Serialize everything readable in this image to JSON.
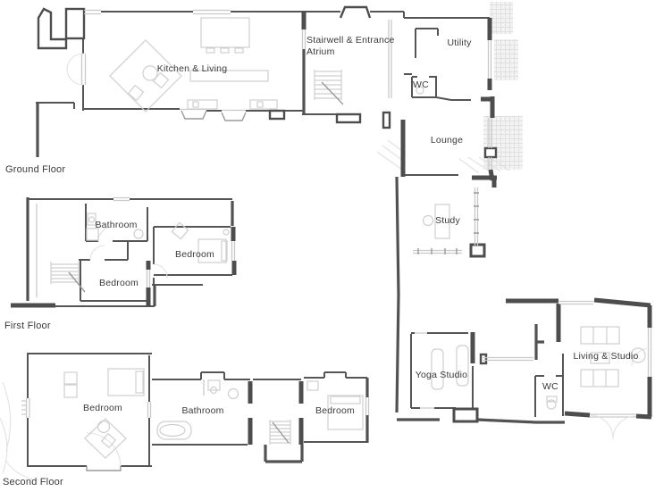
{
  "colors": {
    "wall": "#4f4f4f",
    "wall_light": "#c9c9c9",
    "furniture": "#cfcfcf",
    "hatch": "#e3e3e3",
    "label_text": "#3a3a3a",
    "background": "#ffffff"
  },
  "floors": {
    "ground": {
      "label": "Ground Floor",
      "rooms": {
        "kitchen_living": "Kitchen & Living",
        "stairwell_lines": [
          "Stairwell & Entrance",
          "Atrium"
        ],
        "utility": "Utility",
        "wc": "WC",
        "lounge": "Lounge",
        "study": "Study",
        "yoga_studio": "Yoga Studio",
        "wc_studio": "WC",
        "living_studio": "Living & Studio"
      }
    },
    "first": {
      "label": "First Floor",
      "rooms": {
        "bathroom": "Bathroom",
        "bedroom_east": "Bedroom",
        "bedroom_west": "Bedroom"
      }
    },
    "second": {
      "label": "Second Floor",
      "rooms": {
        "bedroom_west": "Bedroom",
        "bathroom": "Bathroom",
        "bedroom_east": "Bedroom"
      }
    }
  }
}
